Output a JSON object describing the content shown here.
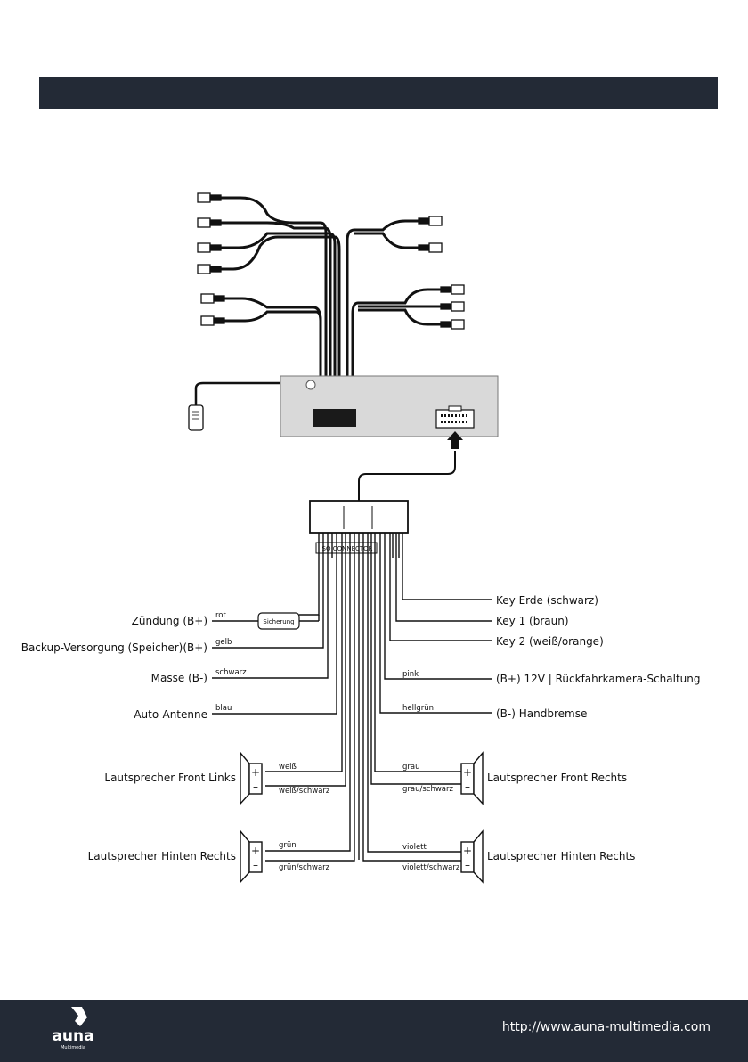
{
  "labels": {
    "zuendung": "Zündung (B+)",
    "backup": "Backup-Versorgung (Speicher)(B+)",
    "masse": "Masse (B-)",
    "antenne": "Auto-Antenne",
    "key_erde": "Key Erde (schwarz)",
    "key1": "Key 1 (braun)",
    "key2": "Key 2 (weiß/orange)",
    "rueckfahr": "(B+) 12V  |  Rückfahrkamera-Schaltung",
    "handbremse": "(B-) Handbremse",
    "front_links": "Lautsprecher Front Links",
    "front_rechts": "Lautsprecher Front Rechts",
    "hinten_links": "Lautsprecher Hinten Rechts",
    "hinten_rechts": "Lautsprecher Hinten Rechts"
  },
  "wire_colors": {
    "rot": "rot",
    "gelb": "gelb",
    "schwarz": "schwarz",
    "blau": "blau",
    "pink": "pink",
    "hellgruen": "hellgrün",
    "weiss": "weiß",
    "weiss_schwarz": "weiß/schwarz",
    "grau": "grau",
    "grau_schwarz": "grau/schwarz",
    "gruen": "grün",
    "gruen_schwarz": "grün/schwarz",
    "violett": "violett",
    "violett_schwarz": "violett/schwarz"
  },
  "fuse_label": "Sicherung",
  "connector_label": "ISO CONNECTOR",
  "speaker_plus": "+",
  "speaker_minus": "–",
  "footer": {
    "url": "http://www.auna-multimedia.com",
    "brand": "auna",
    "brand_sub": "Multimedia"
  },
  "colors": {
    "bar": "#232a36",
    "unit": "#d9d9d9"
  }
}
